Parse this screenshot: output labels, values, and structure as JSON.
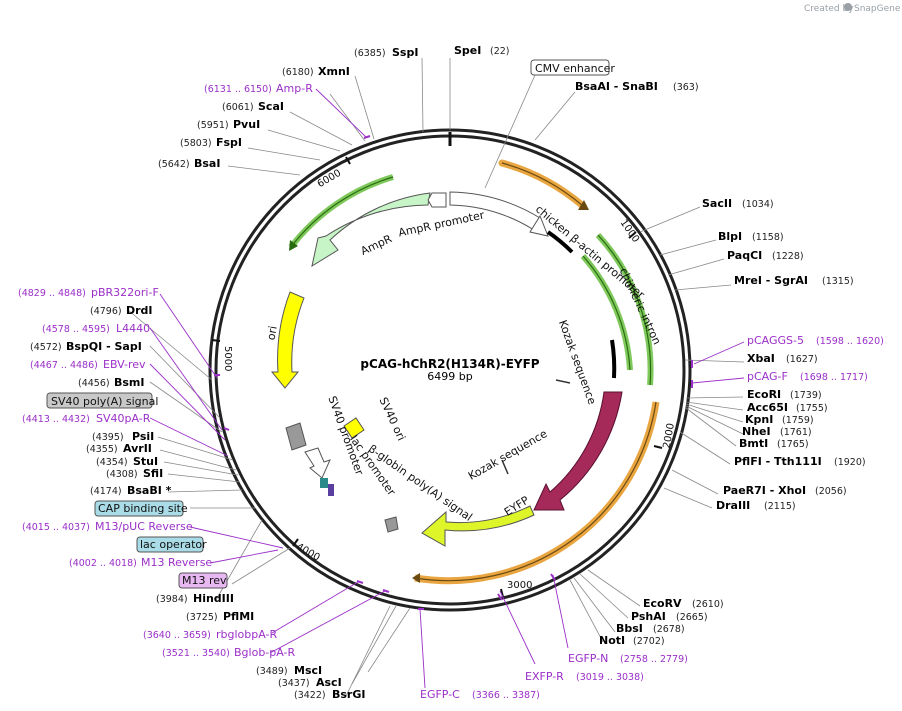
{
  "brand": {
    "created_by": "Created by",
    "name": "SnapGene"
  },
  "plasmid": {
    "name": "pCAG-hChR2(H134R)-EYFP",
    "size": "6499 bp"
  },
  "ticks": [
    "1000",
    "2000",
    "3000",
    "4000",
    "5000",
    "6000"
  ],
  "features": {
    "amp_r": "AmpR",
    "amp_r_promoter": "AmpR promoter",
    "cba_promoter": "chicken β-actin promoter",
    "chimeric_intron": "chimeric intron",
    "kozak_1": "Kozak sequence",
    "kozak_2": "Kozak sequence",
    "chr2": "ChR2(H134R)",
    "eyfp": "EYFP",
    "bglobin_polya": "β-globin poly(A) signal",
    "lac_promoter": "lac promoter",
    "sv40_promoter": "SV40 promoter",
    "sv40_ori": "SV40 ori",
    "ori": "ori"
  },
  "right_labels": {
    "cmv_enhancer": "CMV enhancer",
    "bsaai_snabi": {
      "name": "BsaAI   - SnaBI",
      "pos": "(363)"
    },
    "sacii": {
      "name": "SacII",
      "pos": "(1034)"
    },
    "blpi": {
      "name": "BlpI",
      "pos": "(1158)"
    },
    "paqci": {
      "name": "PaqCI",
      "pos": "(1228)"
    },
    "mrei_sgrai": {
      "name": "MreI   - SgrAI",
      "pos": "(1315)"
    },
    "pcaggs5": {
      "name": "pCAGGS-5",
      "pos": "(1598 .. 1620)"
    },
    "xbai": {
      "name": "XbaI",
      "pos": "(1627)"
    },
    "pcagf": {
      "name": "pCAG-F",
      "pos": "(1698 .. 1717)"
    },
    "ecori": {
      "name": "EcoRI",
      "pos": "(1739)"
    },
    "acc65i": {
      "name": "Acc65I",
      "pos": "(1755)"
    },
    "kpni": {
      "name": "KpnI",
      "pos": "(1759)"
    },
    "nhei": {
      "name": "NheI",
      "pos": "(1761)"
    },
    "bmti": {
      "name": "BmtI",
      "pos": "(1765)"
    },
    "pflfi": {
      "name": "PflFI   - Tth111I",
      "pos": "(1920)"
    },
    "paer7i": {
      "name": "PaeR7I   - XhoI",
      "pos": "(2056)"
    },
    "draiii": {
      "name": "DraIII",
      "pos": "(2115)"
    }
  },
  "top_labels": {
    "spei": {
      "name": "SpeI",
      "pos": "(22)"
    },
    "sspi": {
      "name": "SspI",
      "pos": "(6385)"
    },
    "xmni": {
      "name": "XmnI",
      "pos": "(6180)"
    },
    "ampr_primer": {
      "name": "Amp-R",
      "pos": "(6131 .. 6150)"
    },
    "scai": {
      "name": "ScaI",
      "pos": "(6061)"
    },
    "pvui": {
      "name": "PvuI",
      "pos": "(5951)"
    },
    "fspi": {
      "name": "FspI",
      "pos": "(5803)"
    },
    "bsai": {
      "name": "BsaI",
      "pos": "(5642)"
    }
  },
  "left_labels": {
    "pbr322": {
      "name": "pBR322ori-F",
      "pos": "(4829 .. 4848)"
    },
    "drdi": {
      "name": "DrdI",
      "pos": "(4796)"
    },
    "l4440": {
      "name": "L4440",
      "pos": "(4578 .. 4595)"
    },
    "bspqi": {
      "name": "BspQI   - SapI",
      "pos": "(4572)"
    },
    "ebvrev": {
      "name": "EBV-rev",
      "pos": "(4467 .. 4486)"
    },
    "bsmi": {
      "name": "BsmI",
      "pos": "(4456)"
    },
    "sv40polya": "SV40 poly(A) signal",
    "sv40par": {
      "name": "SV40pA-R",
      "pos": "(4413 .. 4432)"
    },
    "psii": {
      "name": "PsiI",
      "pos": "(4395)"
    },
    "avrii": {
      "name": "AvrII",
      "pos": "(4355)"
    },
    "stui": {
      "name": "StuI",
      "pos": "(4354)"
    },
    "sfii": {
      "name": "SfiI",
      "pos": "(4308)"
    },
    "bsabi": {
      "name": "BsaBI *",
      "pos": "(4174)"
    },
    "cap": "CAP binding site",
    "m13puc": {
      "name": "M13/pUC Reverse",
      "pos": "(4015 .. 4037)"
    },
    "lacop": "lac operator",
    "m13rev": {
      "name": "M13 Reverse",
      "pos": "(4002 .. 4018)"
    },
    "m13revbox": "M13 rev",
    "hindiii": {
      "name": "HindIII",
      "pos": "(3984)"
    },
    "pflmi": {
      "name": "PflMI",
      "pos": "(3725)"
    },
    "rbglob": {
      "name": "rbglobpA-R",
      "pos": "(3640 .. 3659)"
    },
    "bglob": {
      "name": "Bglob-pA-R",
      "pos": "(3521 .. 3540)"
    }
  },
  "bottom_labels": {
    "msci": {
      "name": "MscI",
      "pos": "(3489)"
    },
    "asci": {
      "name": "AscI",
      "pos": "(3437)"
    },
    "bsrgi": {
      "name": "BsrGI",
      "pos": "(3422)"
    },
    "egfpc": {
      "name": "EGFP-C",
      "pos": "(3366 .. 3387)"
    },
    "exfpr": {
      "name": "EXFP-R",
      "pos": "(3019 .. 3038)"
    },
    "egfpn": {
      "name": "EGFP-N",
      "pos": "(2758 .. 2779)"
    },
    "noti": {
      "name": "NotI",
      "pos": "(2702)"
    },
    "bbsi": {
      "name": "BbsI",
      "pos": "(2678)"
    },
    "pshai": {
      "name": "PshAI",
      "pos": "(2665)"
    },
    "ecorv": {
      "name": "EcoRV",
      "pos": "(2610)"
    }
  },
  "colors": {
    "ampr_fill": "#c8f5c8",
    "ori_fill": "#ffff00",
    "chr2_fill": "#a52a5a",
    "eyfp_fill": "#ddf529",
    "primer": "#9b2fc8",
    "orange_band": "#e9a640",
    "green_band": "#7fc95c",
    "cap_fill": "#a9dce6",
    "m13_fill": "#e8b8f2",
    "sv40_box": "#c8c8c8"
  }
}
